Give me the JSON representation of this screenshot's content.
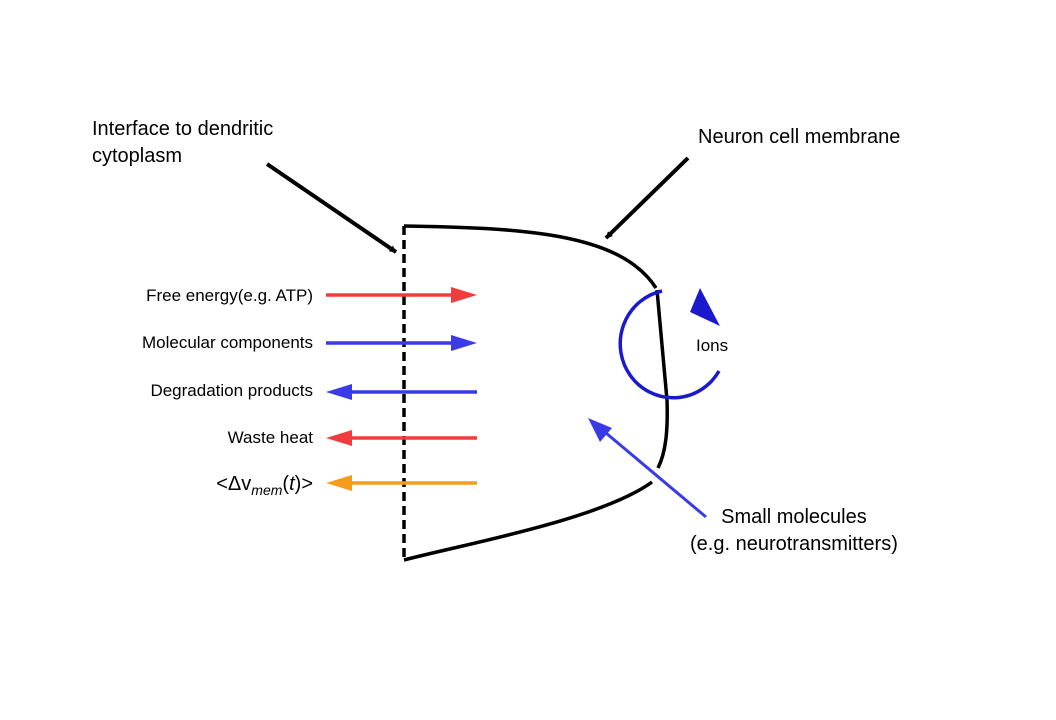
{
  "callouts": {
    "interface": [
      "Interface to dendritic",
      "cytoplasm"
    ],
    "membrane": "Neuron cell membrane",
    "small_molecules": [
      "Small molecules",
      "(e.g. neurotransmitters)"
    ],
    "ions": "Ions"
  },
  "flows": [
    {
      "label": "Free energy(e.g. ATP)",
      "direction": "in",
      "color": "#f03c3c"
    },
    {
      "label": "Molecular components",
      "direction": "in",
      "color": "#3a3ae6"
    },
    {
      "label": "Degradation products",
      "direction": "out",
      "color": "#3a3ae6"
    },
    {
      "label": "Waste heat",
      "direction": "out",
      "color": "#f03c3c"
    },
    {
      "label": "<Δv",
      "label_sub": "mem",
      "label_open": "(",
      "label_var": "t",
      "label_close": ")>",
      "direction": "out",
      "color": "#f59c1a"
    }
  ],
  "colors": {
    "ion_loop": "#1a1acc",
    "small_molecule_arrow": "#3a3ae6",
    "outline": "#000000"
  }
}
